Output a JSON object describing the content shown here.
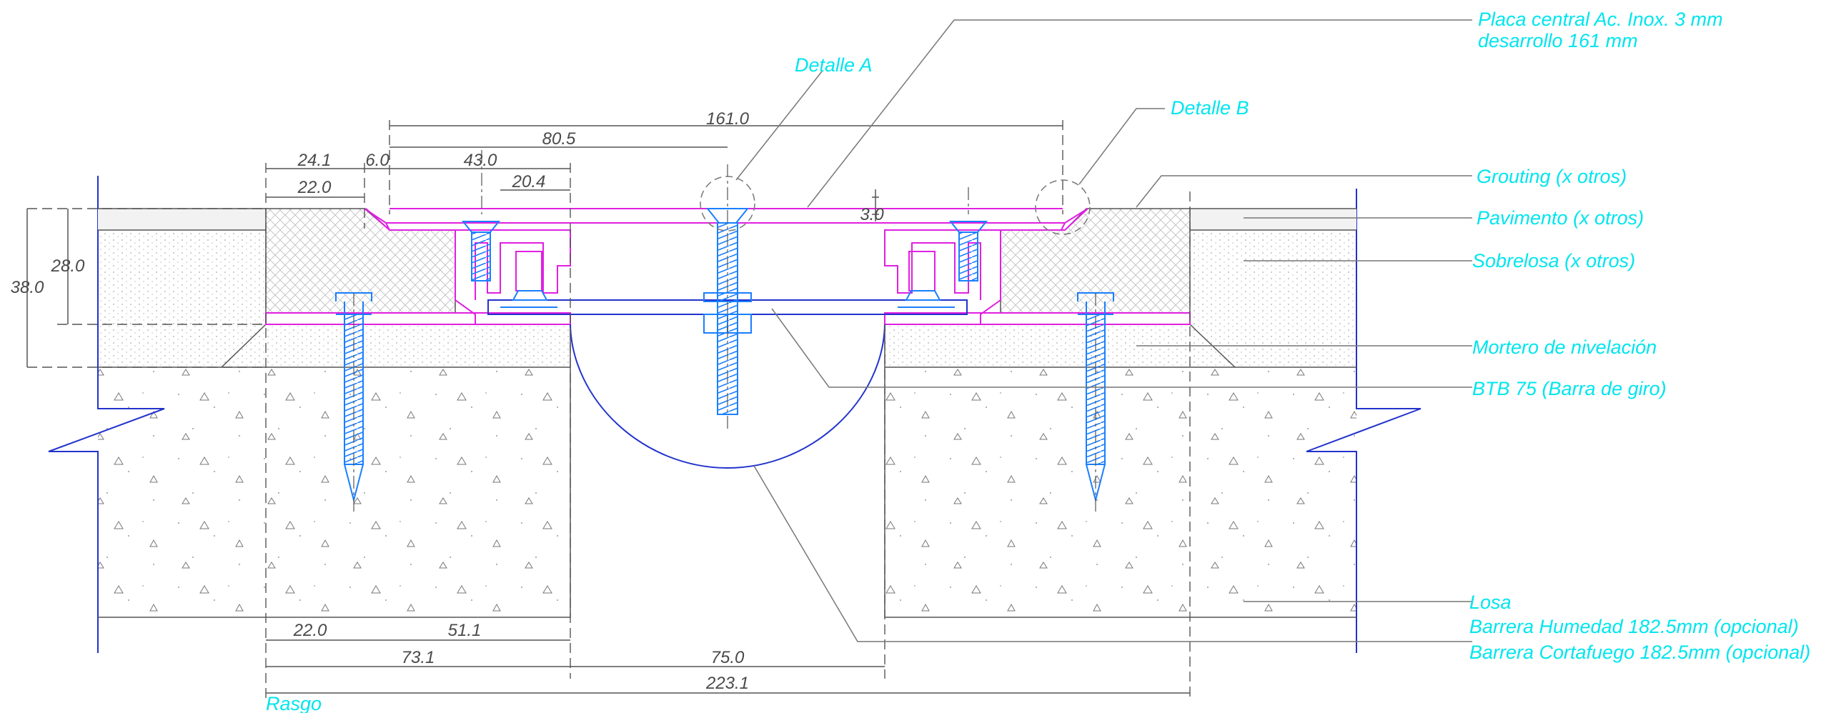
{
  "dimensions": {
    "d161": "161.0",
    "d80_5": "80.5",
    "d24_1": "24.1",
    "d6_0": "6.0",
    "d43_0": "43.0",
    "d22_0_top": "22.0",
    "d20_4": "20.4",
    "d3_0": "3.0",
    "d28_0": "28.0",
    "d38_0": "38.0",
    "d22_0_bottom": "22.0",
    "d51_1": "51.1",
    "d73_1": "73.1",
    "d75_0": "75.0",
    "d223_1": "223.1"
  },
  "labels": {
    "detalle_a": "Detalle A",
    "detalle_b": "Detalle B",
    "placa_line1": "Placa central Ac. Inox. 3 mm",
    "placa_line2": "desarrollo 161 mm",
    "grouting": "Grouting (x otros)",
    "pavimento": "Pavimento (x otros)",
    "sobrelosa": "Sobrelosa (x otros)",
    "mortero": "Mortero de nivelación",
    "btb": "BTB 75 (Barra de giro)",
    "losa": "Losa",
    "barrera_humedad": "Barrera Humedad 182.5mm (opcional)",
    "barrera_cortafuego": "Barrera Cortafuego 182.5mm (opcional)",
    "rasgo": "Rasgo"
  }
}
